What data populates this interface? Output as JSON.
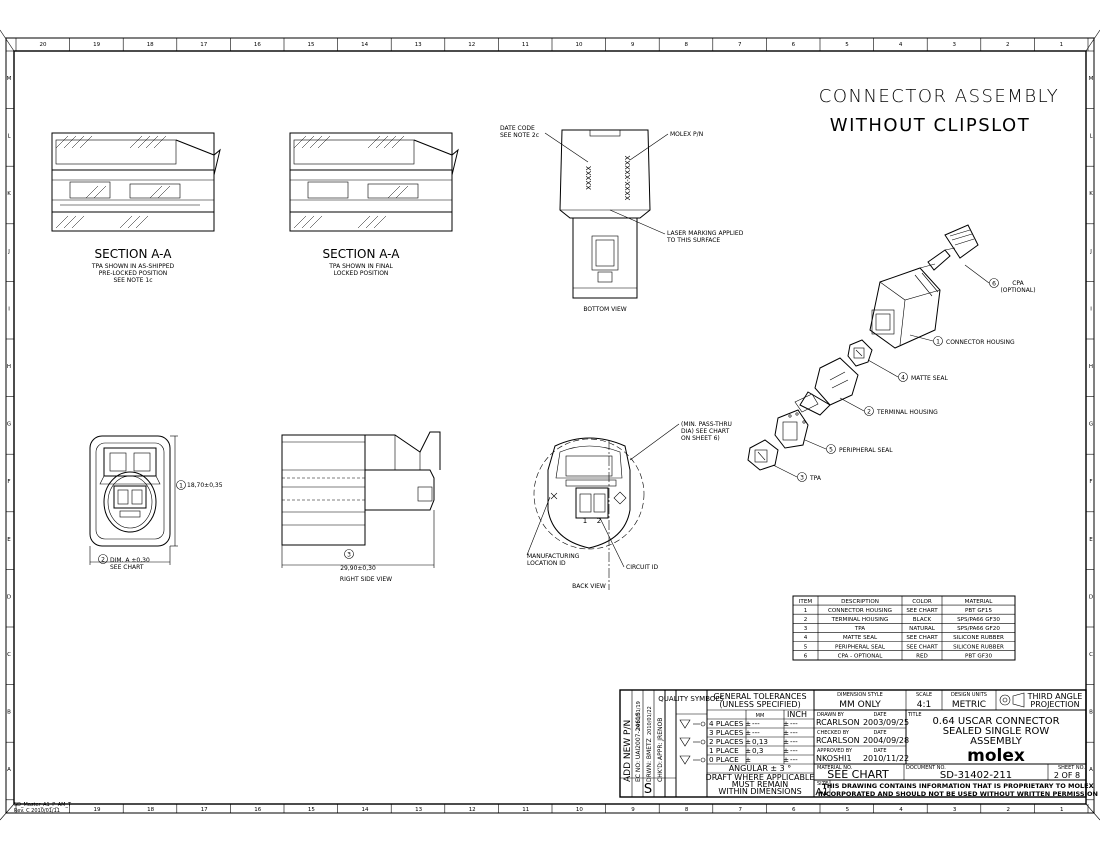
{
  "border": {
    "top_numbers": [
      "20",
      "19",
      "18",
      "17",
      "16",
      "15",
      "14",
      "13",
      "12",
      "11",
      "10",
      "9",
      "8",
      "7",
      "6",
      "5",
      "4",
      "3",
      "2",
      "1"
    ],
    "bottom_numbers": [
      "19",
      "18",
      "17",
      "16",
      "15",
      "14",
      "13",
      "12",
      "11",
      "10",
      "9",
      "8",
      "7",
      "6",
      "5",
      "4",
      "3",
      "2",
      "1"
    ],
    "side_letters": [
      "M",
      "L",
      "K",
      "J",
      "I",
      "H",
      "G",
      "F",
      "E",
      "D",
      "C",
      "B",
      "A"
    ],
    "corner_note_1": "SD_Master_A1_P_AM_T",
    "corner_note_2": "Rev. C 2010/01/11"
  },
  "header": {
    "title_line1": "CONNECTOR ASSEMBLY",
    "title_line2": "WITHOUT CLIPSLOT"
  },
  "sections": {
    "left_title": "SECTION A-A",
    "left_note1": "TPA SHOWN IN AS-SHIPPED",
    "left_note2": "PRE-LOCKED POSITION",
    "left_note3": "SEE NOTE 1c",
    "right_title": "SECTION A-A",
    "right_note1": "TPA SHOWN IN FINAL",
    "right_note2": "LOCKED POSITION"
  },
  "bottom_view": {
    "date_code_1": "DATE CODE",
    "date_code_2": "SEE NOTE 2c",
    "molex_pn": "MOLEX P/N",
    "xxxxx_1": "XXXXX",
    "xxxxx_2": "XXXX-XXXXX",
    "laser_1": "LASER MARKING APPLIED",
    "laser_2": "TO THIS SURFACE",
    "caption": "BOTTOM VIEW"
  },
  "exploded": {
    "cpa": "CPA",
    "cpa_opt": "(OPTIONAL)",
    "connector_housing": "CONNECTOR HOUSING",
    "matte_seal": "MATTE SEAL",
    "terminal_housing": "TERMINAL HOUSING",
    "peripheral_seal": "PERIPHERAL SEAL",
    "tpa": "TPA",
    "n1": "1",
    "n2": "2",
    "n3": "3",
    "n4": "4",
    "n5": "5",
    "n6": "6"
  },
  "front_view": {
    "dim_1": "18,70±0,35",
    "dim_2_line1": "DIM. A ±0,30",
    "dim_2_line2": "SEE CHART",
    "n1": "1",
    "n2": "2"
  },
  "right_side_view": {
    "dim": "29,90±0,30",
    "caption": "RIGHT SIDE VIEW",
    "n3": "3"
  },
  "back_view": {
    "note1": "(MIN. PASS-THRU",
    "note2": "DIA) SEE CHART",
    "note3": "ON SHEET 6)",
    "mfg_1": "MANUFACTURING",
    "mfg_2": "LOCATION ID",
    "circuit": "CIRCUIT ID",
    "caption": "BACK VIEW",
    "pin1": "1",
    "pin2": "2"
  },
  "parts_table": {
    "headers": [
      "ITEM",
      "DESCRIPTION",
      "COLOR",
      "MATERIAL"
    ],
    "rows": [
      [
        "1",
        "CONNECTOR HOUSING",
        "SEE CHART",
        "PBT GF15"
      ],
      [
        "2",
        "TERMINAL HOUSING",
        "BLACK",
        "SPS/PA66 GF30"
      ],
      [
        "3",
        "TPA",
        "NATURAL",
        "SPS/PA66 GF20"
      ],
      [
        "4",
        "MATTE SEAL",
        "SEE CHART",
        "SILICONE RUBBER"
      ],
      [
        "5",
        "PERIPHERAL SEAL",
        "SEE CHART",
        "SILICONE RUBBER"
      ],
      [
        "6",
        "CPA - OPTIONAL",
        "RED",
        "PBT GF30"
      ]
    ]
  },
  "title_block": {
    "rev_desc": "ADD NEW P/N",
    "ec_no": "EC NO: UAI2007-2461S",
    "drwn": "DRWN: BMETZ",
    "chkd": "CHK'D:",
    "appr": "APPR: JRENOB",
    "rev_date1": "2010/01/19",
    "rev_date2": "2010/01/22",
    "rev_letter": "S",
    "quality_symbols": "QUALITY SYMBOLS",
    "tol_title_1": "GENERAL TOLERANCES",
    "tol_title_2": "(UNLESS SPECIFIED)",
    "tol_mm": "MM",
    "tol_inch": "INCH",
    "tol_rows": [
      [
        "4 PLACES",
        "±",
        "---",
        "±",
        "---"
      ],
      [
        "3 PLACES",
        "±",
        "---",
        "±",
        "---"
      ],
      [
        "2 PLACES",
        "±",
        "0,13",
        "±",
        "---"
      ],
      [
        "1 PLACE",
        "±",
        "0,3",
        "±",
        "---"
      ],
      [
        "0 PLACE",
        "±",
        "",
        "±",
        "---"
      ]
    ],
    "angular": "ANGULAR ± 3 °",
    "draft_1": "DRAFT WHERE APPLICABLE",
    "draft_2": "MUST REMAIN",
    "draft_3": "WITHIN DIMENSIONS",
    "dim_style_label": "DIMENSION STYLE",
    "dim_style": "MM ONLY",
    "scale_label": "SCALE",
    "scale": "4:1",
    "units_label": "DESIGN UNITS",
    "units": "METRIC",
    "projection_1": "THIRD ANGLE",
    "projection_2": "PROJECTION",
    "drawn_by_label": "DRAWN BY",
    "drawn_by": "RCARLSON",
    "drawn_date": "2003/09/25",
    "checked_by_label": "CHECKED BY",
    "checked_by": "RCARLSON",
    "checked_date": "2004/09/28",
    "approved_by_label": "APPROVED BY",
    "approved_by": "NKOSHI1",
    "approved_date": "2010/11/22",
    "date_label": "DATE",
    "title_label": "TITLE",
    "title_1": "0.64 USCAR CONNECTOR",
    "title_2": "SEALED SINGLE ROW",
    "title_3": "ASSEMBLY",
    "logo": "molex",
    "material_label": "MATERIAL NO.",
    "material": "SEE CHART",
    "document_label": "DOCUMENT NO.",
    "document": "SD-31402-211",
    "sheet_label": "SHEET NO.",
    "sheet": "2 OF 8",
    "size_label": "SIZE",
    "size": "A1",
    "proprietary_1": "THIS DRAWING CONTAINS INFORMATION THAT IS PROPRIETARY TO MOLEX",
    "proprietary_2": "INCORPORATED AND SHOULD NOT BE USED WITHOUT WRITTEN PERMISSION"
  }
}
